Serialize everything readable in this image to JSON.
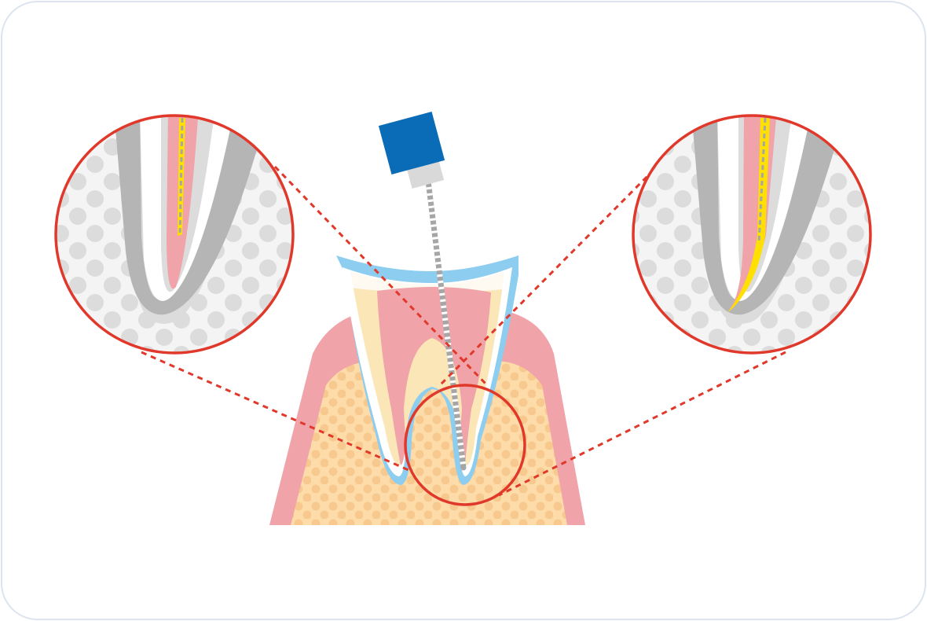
{
  "diagram": {
    "subject": "root-canal-treatment",
    "colors": {
      "frame_border": "#dde4ef",
      "gum": "#f0a3a9",
      "bone": "#fddcaa",
      "bone_dots": "#f7c98e",
      "enamel_outline": "#8ccdf0",
      "dentin": "#fbe6b8",
      "pulp": "#f0a3a9",
      "enamel_white": "#ffffff",
      "file_handle": "#0a6bb6",
      "file_collar": "#d9d9d9",
      "file_shaft": "#a6a6a6",
      "highlight_circle": "#e0392b",
      "zoom_gray_dark": "#b5b5b5",
      "zoom_gray_light": "#dcdcdc",
      "zoom_bone_bg": "#f4f4f4",
      "filling_yellow": "#ffe000"
    },
    "zoom_panels": [
      {
        "id": "before",
        "side": "left",
        "filling_level": 0.55
      },
      {
        "id": "after",
        "side": "right",
        "filling_level": 0.95
      }
    ]
  }
}
